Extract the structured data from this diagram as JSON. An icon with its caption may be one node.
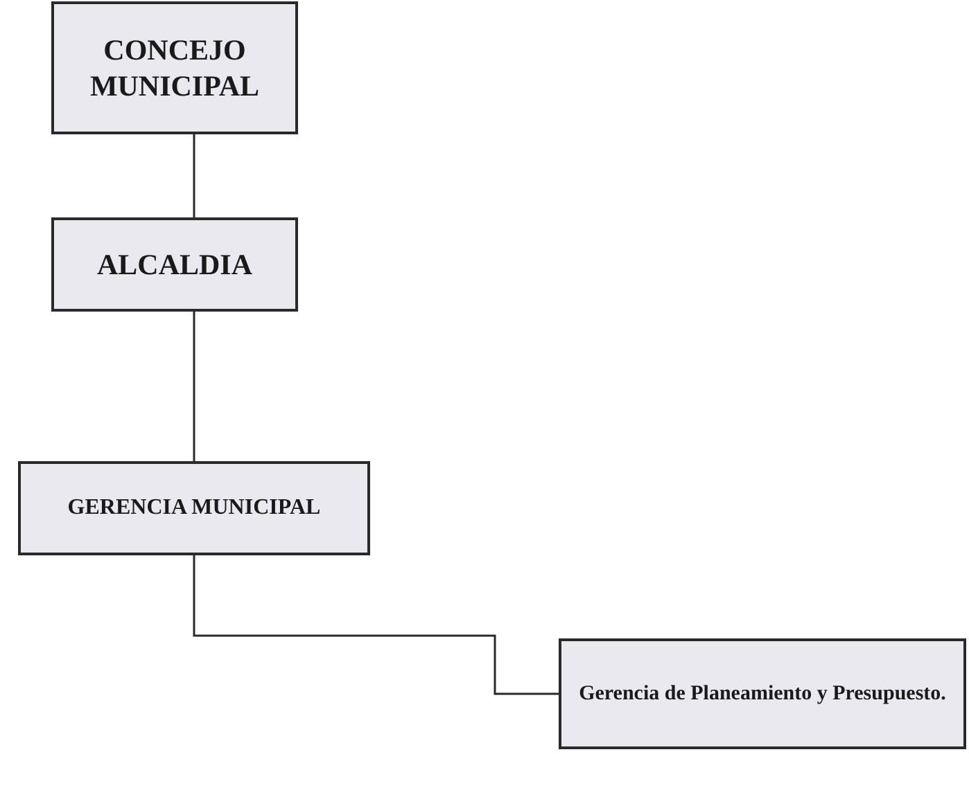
{
  "diagram": {
    "nodes": [
      {
        "text": [
          "CONCEJO MUNICIPAL"
        ]
      },
      {
        "text": [
          "ALCALDIA"
        ]
      },
      {
        "text": [
          "GERENCIA MUNICIPAL"
        ]
      },
      {
        "text": [
          "Gerencia de Planeamiento y Presupuesto."
        ]
      }
    ],
    "edges": [
      {
        "from": 0,
        "to": 1,
        "arrow": "none"
      },
      {
        "from": 1,
        "to": 2,
        "arrow": "none"
      },
      {
        "from": 2,
        "to": 3,
        "arrow": "none"
      }
    ]
  }
}
